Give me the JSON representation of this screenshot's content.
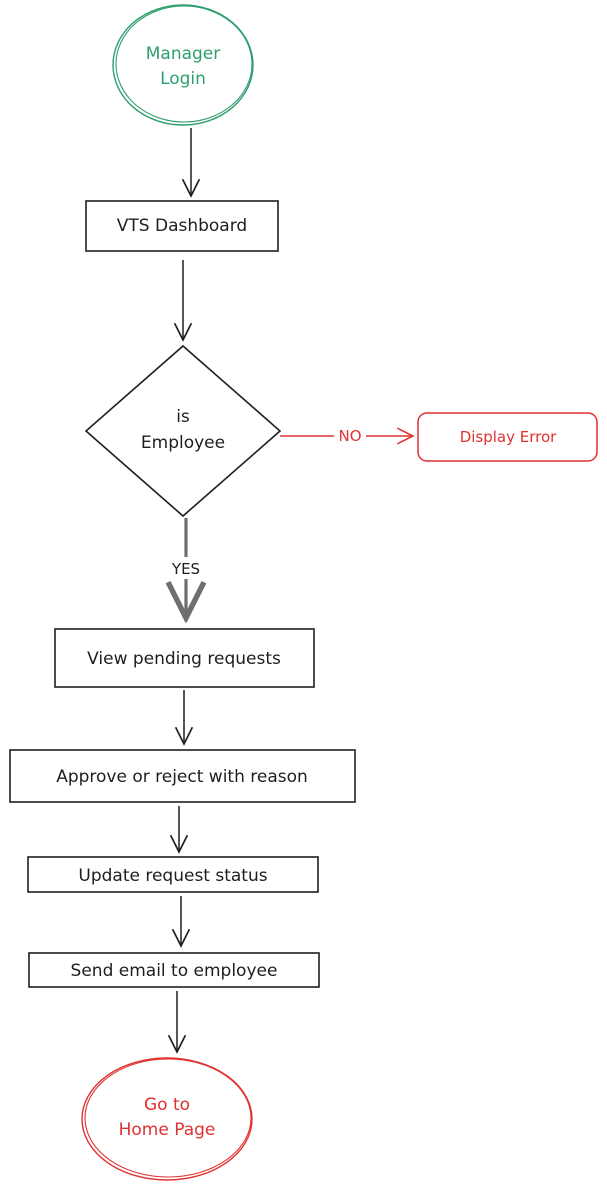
{
  "diagram": {
    "start": {
      "line1": "Manager",
      "line2": "Login"
    },
    "dashboard": {
      "label": "VTS Dashboard"
    },
    "decision": {
      "line1": "is",
      "line2": "Employee"
    },
    "no_label": "NO",
    "error": {
      "label": "Display Error"
    },
    "yes_label": "YES",
    "view_requests": {
      "label": "View pending requests"
    },
    "approve_reject": {
      "label": "Approve or reject with reason"
    },
    "update_status": {
      "label": "Update request status"
    },
    "send_email": {
      "label": "Send email to employee"
    },
    "end": {
      "line1": "Go to",
      "line2": "Home Page"
    }
  },
  "colors": {
    "start": "#2f9e6e",
    "error": "#e03131",
    "end": "#e03131",
    "ink": "#1e1e1e",
    "yes_arrow": "#7a7a7a"
  }
}
